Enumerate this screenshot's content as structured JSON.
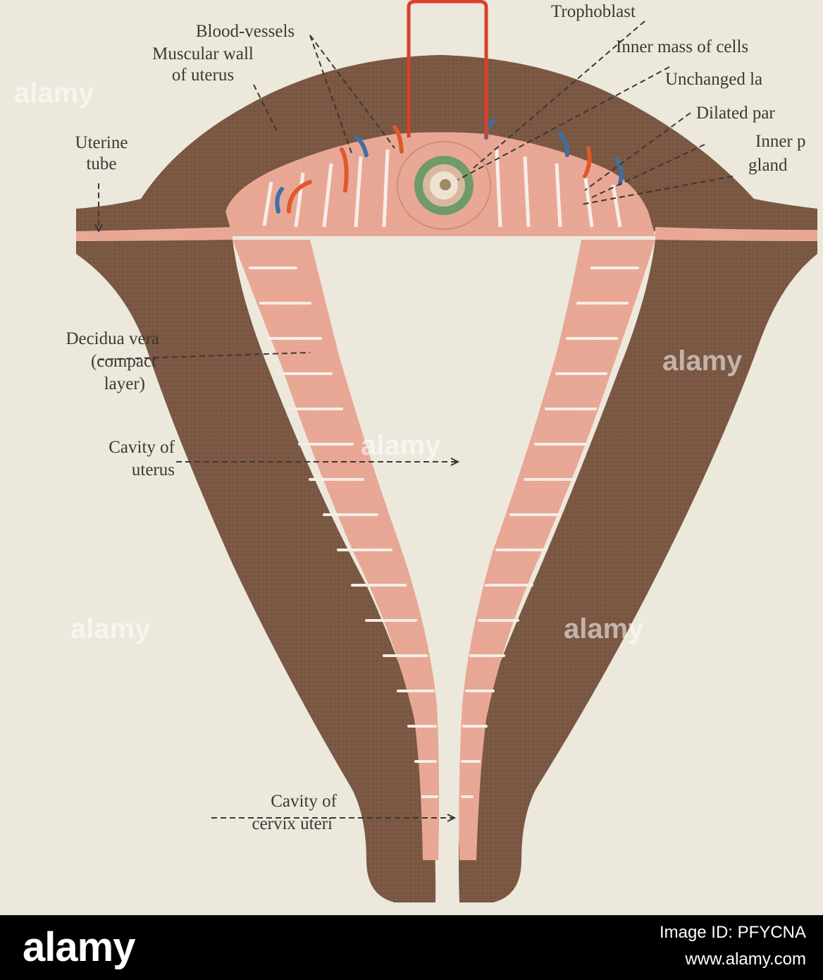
{
  "labels": {
    "trophoblast": "Trophoblast",
    "blood_vessels": "Blood-vessels",
    "muscular_wall_1": "Muscular wall",
    "muscular_wall_2": "of uterus",
    "inner_mass": "Inner mass of cells",
    "unchanged_layer": "Unchanged la",
    "dilated_part": "Dilated par",
    "inner_part_1": "Inner p",
    "inner_part_2": "gland",
    "uterine_tube_1": "Uterine",
    "uterine_tube_2": "tube",
    "decidua_1": "Decidua vera",
    "decidua_2": "(compact",
    "decidua_3": "layer)",
    "cavity_uterus_1": "Cavity of",
    "cavity_uterus_2": "uterus",
    "cavity_cervix_1": "Cavity of",
    "cavity_cervix_2": "cervix uteri"
  },
  "watermark": {
    "text": "alamy"
  },
  "footer": {
    "brand": "alamy",
    "image_id": "Image ID: PFYCNA",
    "url": "www.alamy.com"
  },
  "colors": {
    "muscle": "#7a5843",
    "decidua": "#e9a896",
    "vessel_red": "#e0582a",
    "vessel_blue": "#3f6fa6",
    "background": "#ece8dc"
  }
}
